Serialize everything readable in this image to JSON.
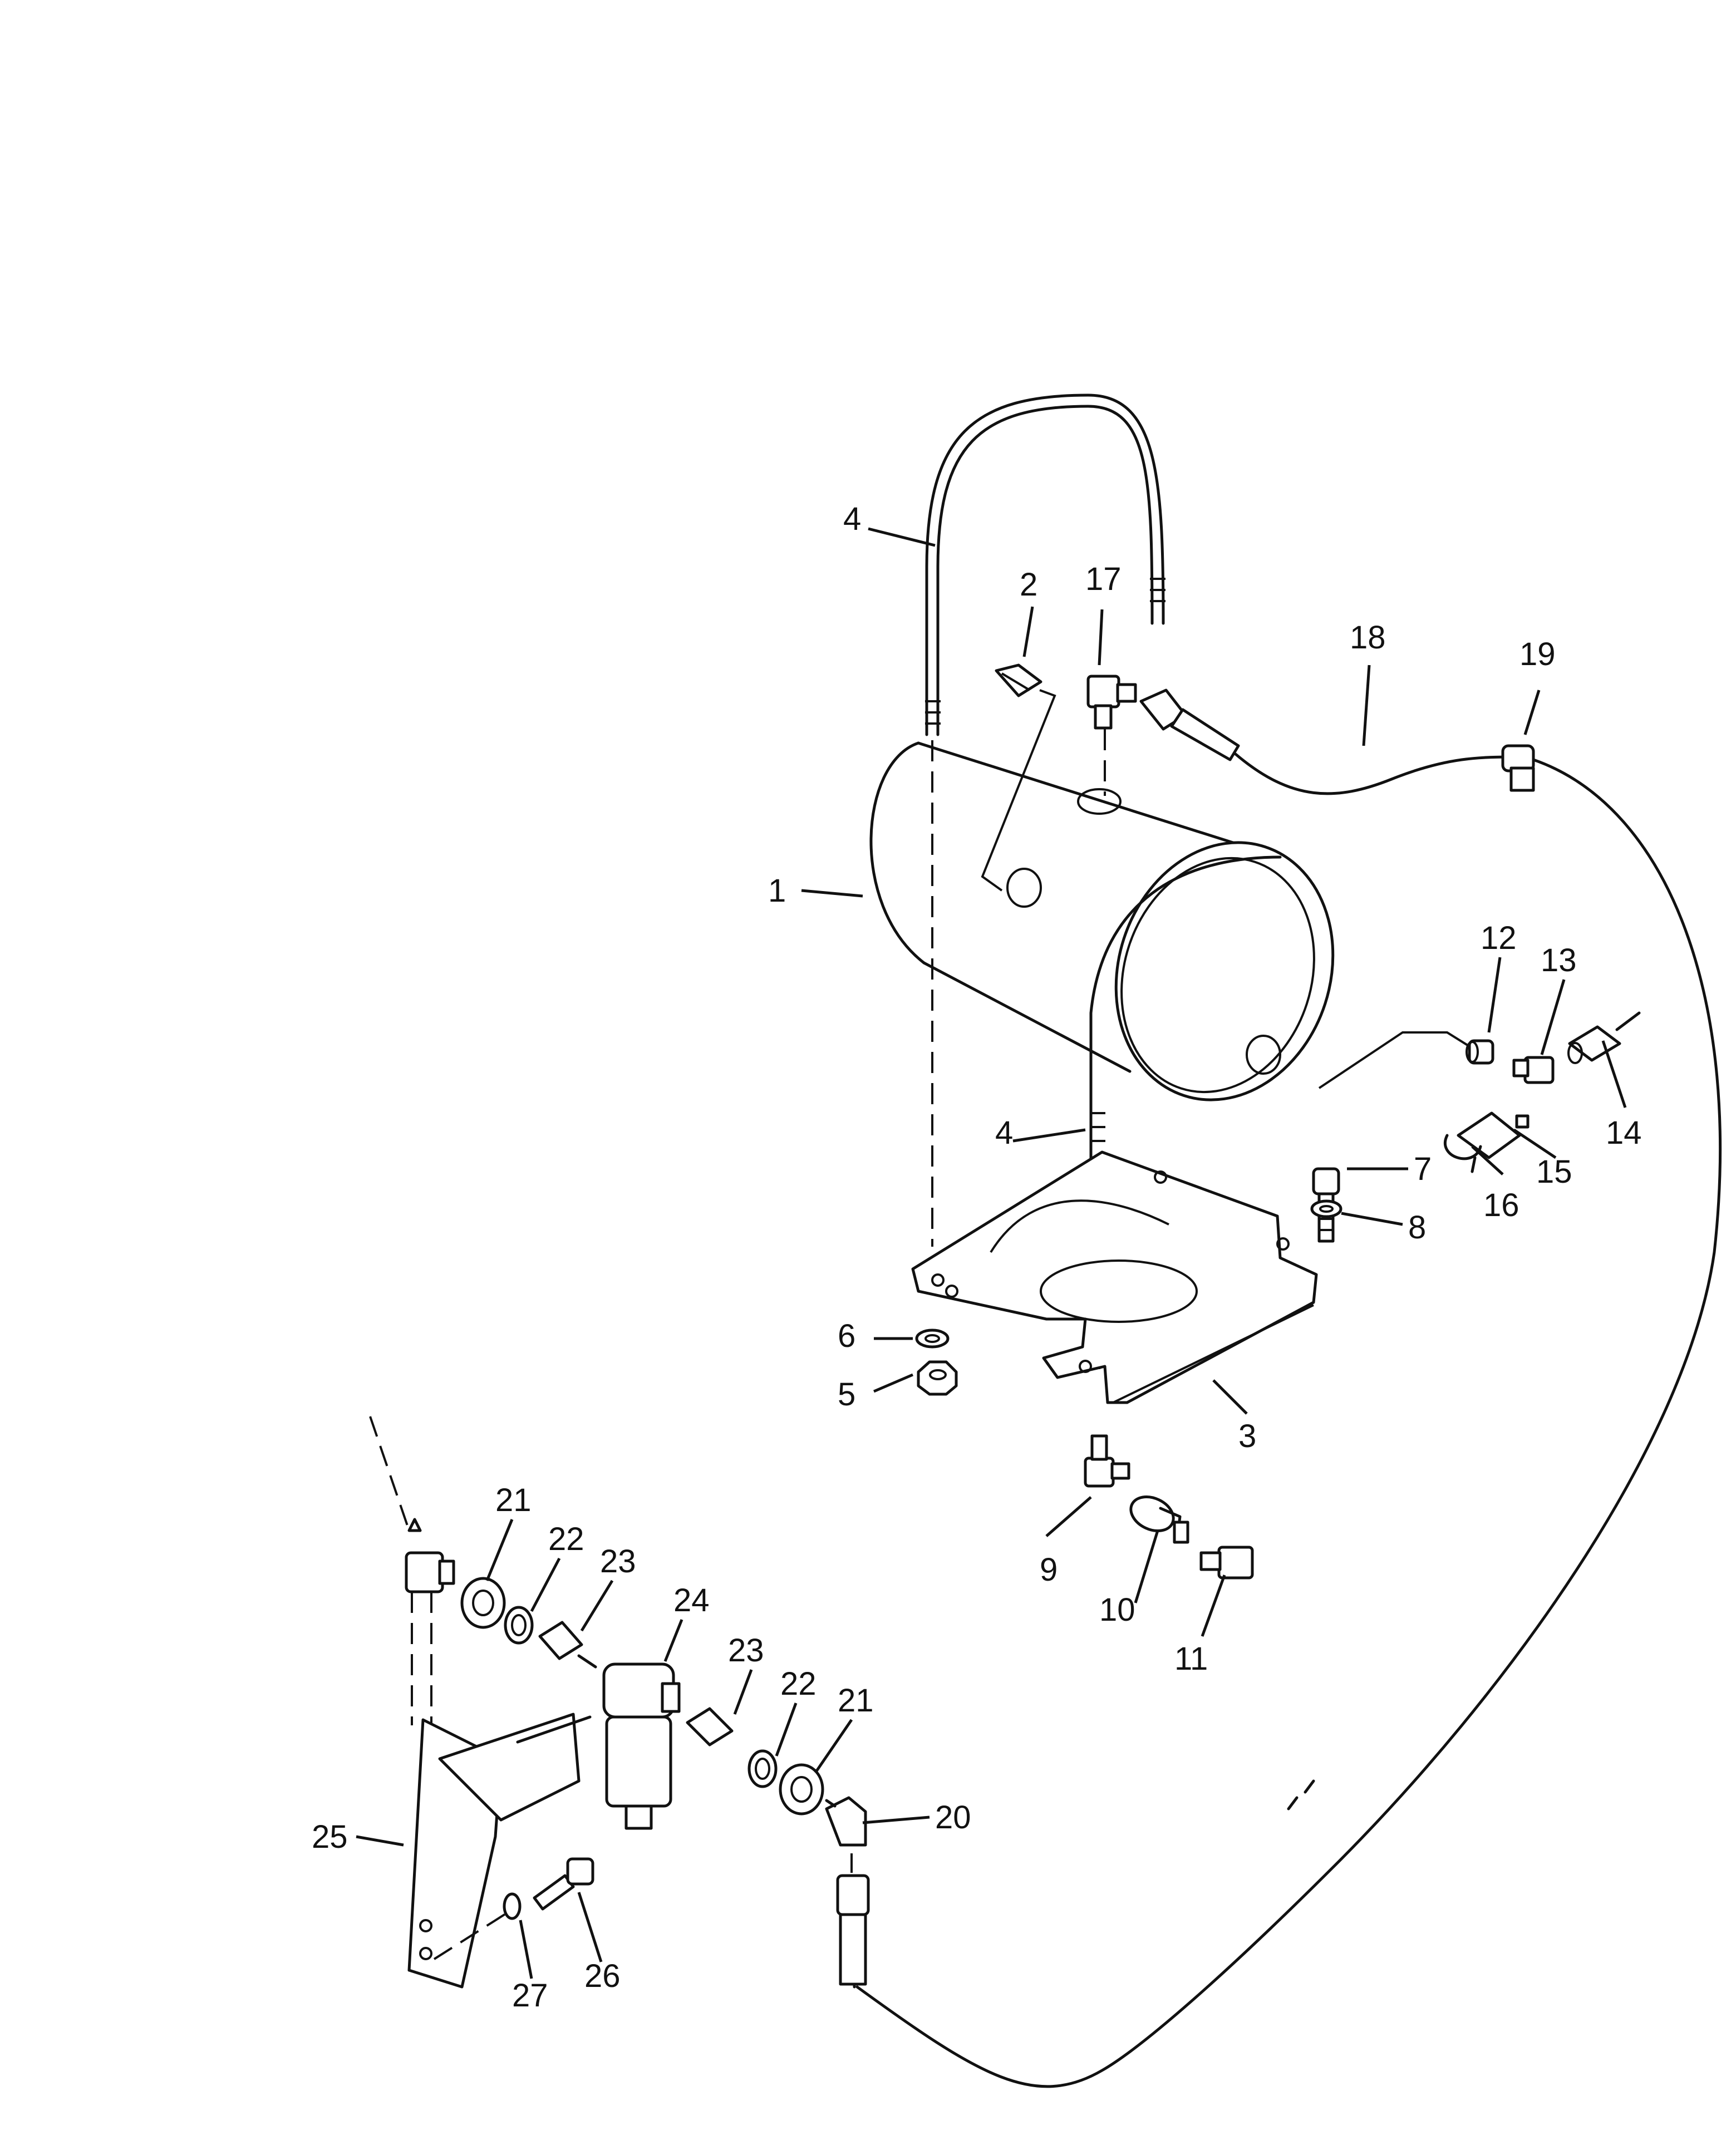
{
  "callouts": [
    "1",
    "2",
    "3",
    "4",
    "4",
    "5",
    "6",
    "7",
    "8",
    "9",
    "10",
    "11",
    "12",
    "13",
    "14",
    "15",
    "16",
    "17",
    "18",
    "19",
    "20",
    "21",
    "22",
    "23",
    "24",
    "23",
    "22",
    "21",
    "25",
    "26",
    "27"
  ]
}
